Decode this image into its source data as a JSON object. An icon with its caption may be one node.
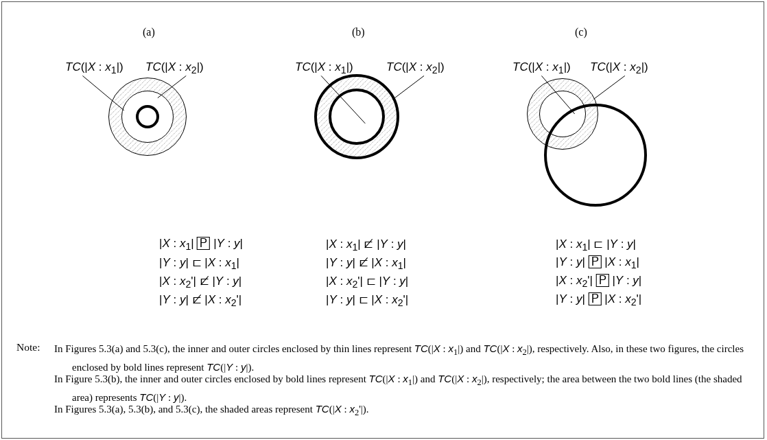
{
  "diagram": {
    "nodes": [
      {
        "text": [
          "*TC*(|*X* : *x*$_{1}$|)"
        ]
      },
      {
        "text": [
          "*TC*(|*X* : *x*$_{2}$|)"
        ]
      },
      {
        "text": [],
        "shape": "circle"
      },
      {
        "text": [],
        "shape": "circle",
        "in": 2
      },
      {
        "text": [],
        "shape": "circle",
        "in": 3
      },
      {
        "text": [
          "*TC*(|*X* : *x*$_{1}$|)"
        ]
      },
      {
        "text": [
          "*TC*(|*X* : *x*$_{2}$|)"
        ]
      },
      {
        "text": [],
        "shape": "circle"
      },
      {
        "text": [],
        "shape": "circle",
        "in": 7
      },
      {
        "text": [
          "*TC*(|*X* : *x*$_{1}$|)"
        ]
      },
      {
        "text": [
          "*TC*(|*X* : *x*$_{2}$|)"
        ]
      },
      {
        "text": [],
        "shape": "circle"
      },
      {
        "text": [],
        "shape": "circle",
        "in": 11
      },
      {
        "text": [],
        "shape": "circle"
      }
    ],
    "edges": [
      {
        "from": 0,
        "to": 3,
        "arrow": "none"
      },
      {
        "from": 1,
        "to": 2,
        "arrow": "none"
      },
      {
        "from": 5,
        "to": 8,
        "arrow": "none"
      },
      {
        "from": 6,
        "to": 7,
        "arrow": "none"
      },
      {
        "from": 9,
        "to": 12,
        "arrow": "none"
      },
      {
        "from": 10,
        "to": 11,
        "arrow": "none"
      }
    ],
    "labels": [
      "(a)",
      "(b)",
      "(c)",
      "|*X* : *x*$_{1}$| 🄿 |*Y* : *y*|",
      "|*X* : *x*$_{1}$| ⊏̸ |*Y* : *y*|",
      "|*X* : *x*$_{1}$| ⊏ |*Y* : *y*|",
      "|*Y* : *y*| ⊏ |*X* : *x*$_{1}$|",
      "|*Y* : *y*| ⊏̸ |*X* : *x*$_{1}$|",
      "|*Y* : *y*| 🄿 |*X* : *x*$_{1}$|",
      "|*X* : *x*$_{2}$'| ⊏̸ |*Y* : *y*|",
      "|*X* : *x*$_{2}$'| ⊏ |*Y* : *y*|",
      "|*X* : *x*$_{2}$'| 🄿 |*Y* : *y*|",
      "|*Y* : *y*| ⊏̸ |*X* : *x*$_{2}$'|",
      "|*Y* : *y*| ⊏ |*X* : *x*$_{2}$'|",
      "|*Y* : *y*| 🄿 |*X* : *x*$_{2}$'|",
      "Note:",
      "In Figures 5.3(a) and 5.3(c), the inner and outer circles enclosed by thin lines represent *TC*(|*X* : *x*$_{1}$|) and *TC*(|*X* : *x*$_{2}$|), respectively. Also, in these two figures, the circles enclosed by bold lines represent *TC*(|*Y* : *y*|).",
      "In Figure 5.3(b), the inner and outer circles enclosed by bold lines represent *TC*(|*X* : *x*$_{1}$|) and *TC*(|*X* : *x*$_{2}$|), respectively; the area between the two bold lines (the shaded area) represents *TC*(|*Y* : *y*|).",
      "In Figures 5.3(a), 5.3(b), and 5.3(c), the shaded areas represent *TC*(|*X* : *x*$_{2}$'|)."
    ]
  }
}
